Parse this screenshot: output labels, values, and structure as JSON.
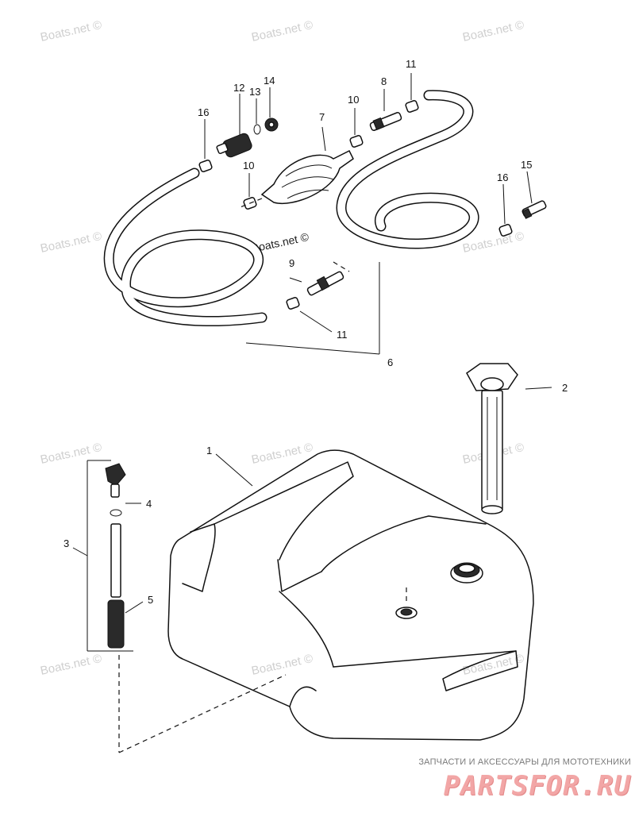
{
  "diagram": {
    "watermark": "Boats.net ©",
    "callouts": {
      "c1": "1",
      "c2": "2",
      "c3": "3",
      "c4": "4",
      "c5": "5",
      "c6": "6",
      "c7": "7",
      "c8": "8",
      "c9": "9",
      "c10a": "10",
      "c10b": "10",
      "c11a": "11",
      "c11b": "11",
      "c12": "12",
      "c13": "13",
      "c14": "14",
      "c15": "15",
      "c16a": "16",
      "c16b": "16"
    }
  },
  "footer": {
    "tagline": "ЗАПЧАСТИ И АКСЕССУАРЫ ДЛЯ МОТОТЕХНИКИ",
    "logo": "PARTSFOR.RU"
  },
  "colors": {
    "line": "#111111",
    "watermark": "#cfcfcf",
    "logo": "#f2a6a6"
  }
}
